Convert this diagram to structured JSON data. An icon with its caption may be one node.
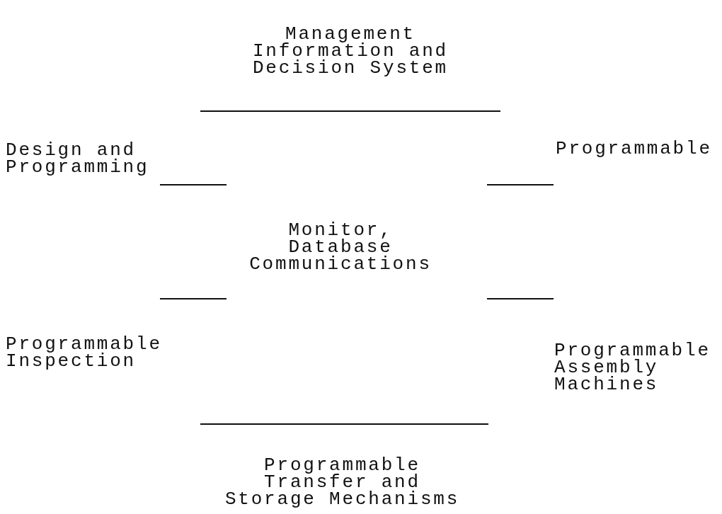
{
  "diagram": {
    "labels": [
      "Management Information and Decision System",
      "Design and Programming",
      "Programmable",
      "Monitor, Database Communications",
      "Programmable Inspection",
      "Programmable Assembly Machines",
      "Programmable Transfer and Storage Mechanisms"
    ]
  }
}
